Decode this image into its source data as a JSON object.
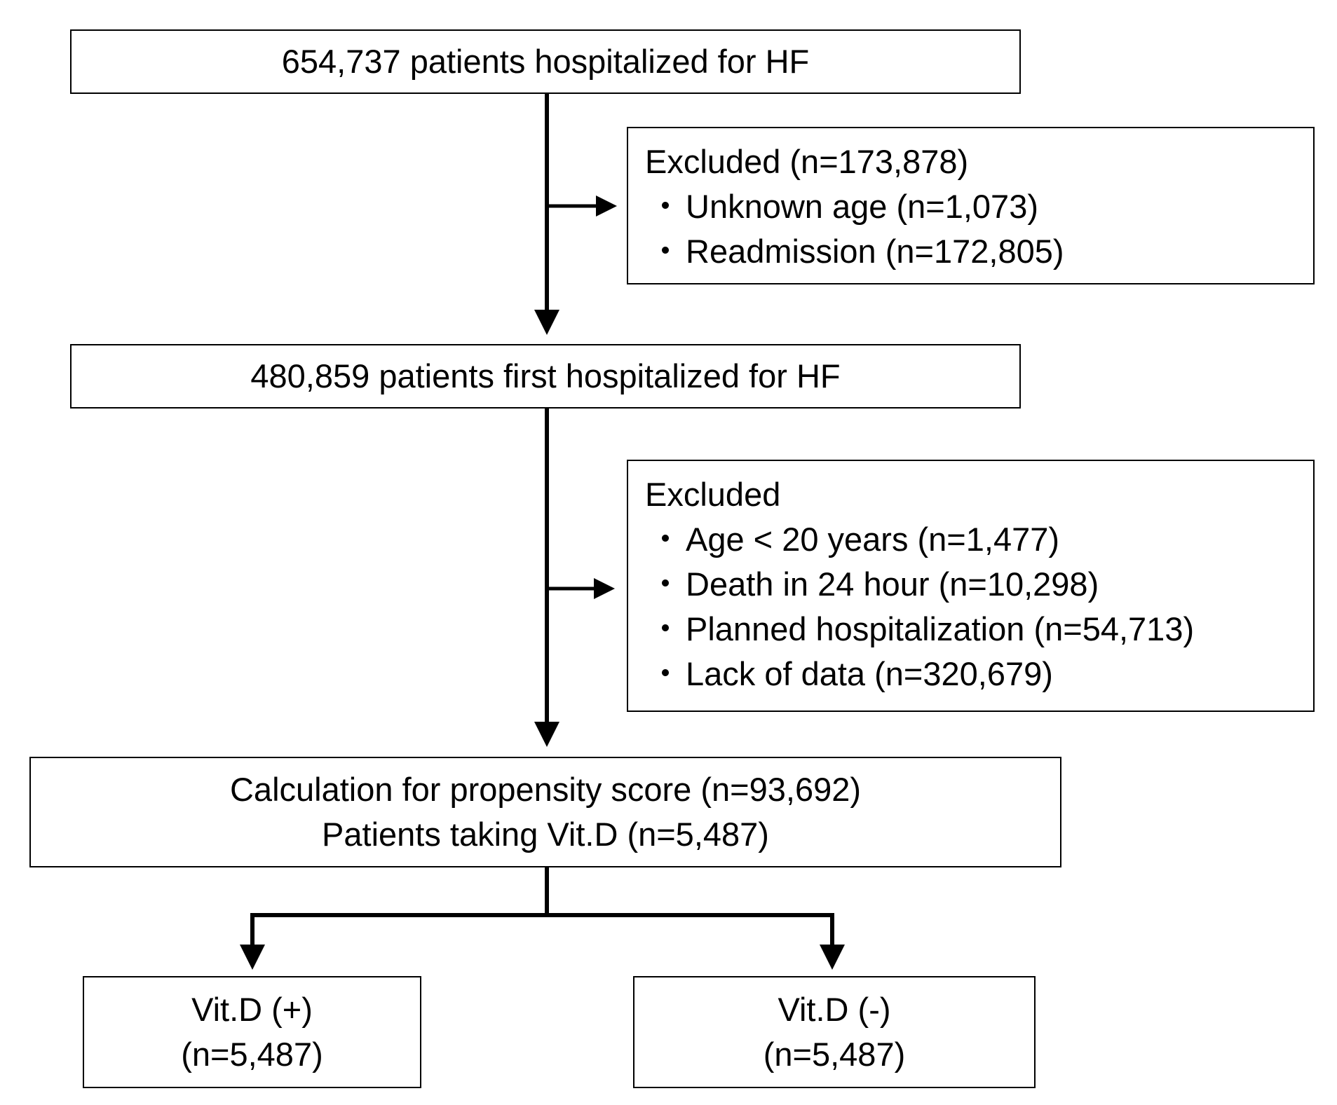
{
  "flowchart": {
    "box1": {
      "text": "654,737 patients hospitalized for HF"
    },
    "exclusion1": {
      "title": "Excluded  (n=173,878)",
      "items": [
        {
          "bullet": "・",
          "text": "Unknown age (n=1,073)"
        },
        {
          "bullet": "・",
          "text": "Readmission (n=172,805)"
        }
      ]
    },
    "box2": {
      "text": "480,859 patients first hospitalized for HF"
    },
    "exclusion2": {
      "title": "Excluded",
      "items": [
        {
          "bullet": "・",
          "text": "Age < 20 years (n=1,477)"
        },
        {
          "bullet": "・",
          "text": "Death in 24 hour (n=10,298)"
        },
        {
          "bullet": "・",
          "text": "Planned hospitalization (n=54,713)"
        },
        {
          "bullet": "・",
          "text": "Lack of data (n=320,679)"
        }
      ]
    },
    "box3": {
      "line1": "Calculation for propensity score (n=93,692)",
      "line2": "Patients taking Vit.D (n=5,487)"
    },
    "box_left": {
      "line1": "Vit.D (+)",
      "line2": "(n=5,487)"
    },
    "box_right": {
      "line1": "Vit.D (-)",
      "line2": "(n=5,487)"
    }
  }
}
